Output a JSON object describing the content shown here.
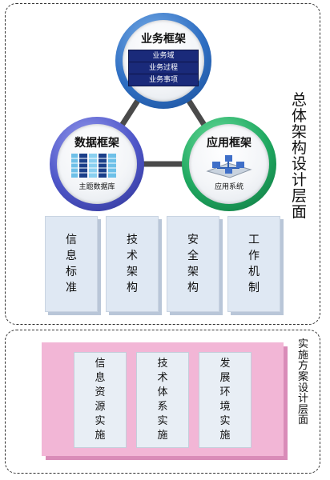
{
  "top_layer_title": [
    "总",
    "体",
    "架",
    "构",
    "设",
    "计",
    "层",
    "面"
  ],
  "bottom_layer_title": [
    "实",
    "施",
    "方",
    "案",
    "设",
    "计",
    "层",
    "面"
  ],
  "circles": {
    "business": {
      "title": "业务框架",
      "items": [
        "业务域",
        "业务过程",
        "业务事项"
      ]
    },
    "data": {
      "title": "数据框架",
      "sub": "主题数据库"
    },
    "app": {
      "title": "应用框架",
      "sub": "应用系统"
    }
  },
  "standards": [
    {
      "chars": [
        "信",
        "息",
        "标",
        "准"
      ]
    },
    {
      "chars": [
        "技",
        "术",
        "架",
        "构"
      ]
    },
    {
      "chars": [
        "安",
        "全",
        "架",
        "构"
      ]
    },
    {
      "chars": [
        "工",
        "作",
        "机",
        "制"
      ]
    }
  ],
  "implementation": [
    {
      "chars": [
        "信",
        "息",
        "资",
        "源",
        "实",
        "施"
      ]
    },
    {
      "chars": [
        "技",
        "术",
        "体",
        "系",
        "实",
        "施"
      ]
    },
    {
      "chars": [
        "发",
        "展",
        "环",
        "境",
        "实",
        "施"
      ]
    }
  ],
  "colors": {
    "business": "#2f6fc3",
    "data": "#4e56c8",
    "app": "#1fa860",
    "pink": "#f2b6d6",
    "link": "#4a4a4a"
  }
}
